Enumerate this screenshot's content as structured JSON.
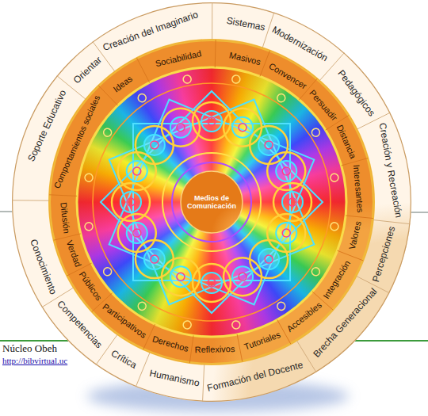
{
  "diagram": {
    "nodes": [
      {
        "text": [
          "Sistemas",
          "Modernización",
          "Pedagógicos",
          "Creación y Recreación",
          "Percepciones",
          "Brecha Generacional",
          "Formación del Docente",
          "Humanismo",
          "Crítica",
          "Competencias",
          "Conocimiento",
          "Soporte Educativo",
          "Orientar",
          "Creación del Imaginario"
        ]
      },
      {
        "text": [
          "Masivos",
          "Convencer",
          "Persuadir",
          "Distancia",
          "Interesantes",
          "Valores",
          "Integración",
          "Accesibles",
          "Tutoriales",
          "Reflexivos",
          "Derechos",
          "Participativos",
          "Públicos",
          "Verdad",
          "Difusión",
          "Comportamientos sociales",
          "Ideas",
          "Sociabilidad"
        ],
        "in": 0
      },
      {
        "text": [
          "Medios de Comunicación"
        ],
        "in": 1
      }
    ],
    "labels": [
      "Núcleo Obeh",
      "http://bibvirtual.uc"
    ]
  }
}
